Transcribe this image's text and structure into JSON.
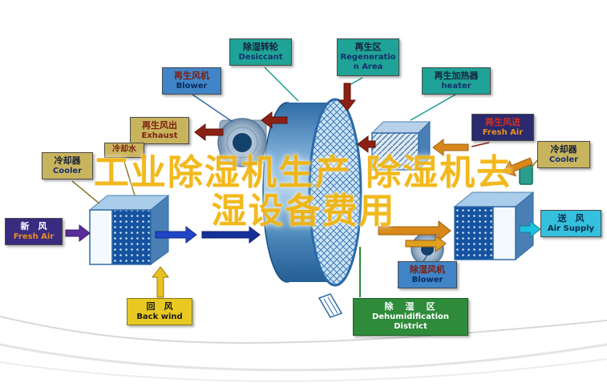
{
  "watermark": {
    "line1": "工业除湿机生产 除湿机去",
    "line2": "湿设备费用"
  },
  "labels": {
    "desiccant": {
      "zh": "除湿转轮",
      "en": "Desiccant"
    },
    "regen_area": {
      "zh": "再生区",
      "en": "Regeneration Area"
    },
    "regen_blower": {
      "zh": "再生风机",
      "en": "Blower"
    },
    "regen_heater": {
      "zh": "再生加热器",
      "en": "heater"
    },
    "exhaust": {
      "zh": "再生风出",
      "en": "Exhaust"
    },
    "regen_fresh_air": {
      "zh": "再生风进",
      "en": "Fresh Air"
    },
    "cooler_right": {
      "zh": "冷却器",
      "en": "Cooler"
    },
    "cooler_left": {
      "zh": "冷却器",
      "en": "Cooler"
    },
    "cooling_water": {
      "zh": "冷却水"
    },
    "fresh_air": {
      "zh": "新　风",
      "en": "Fresh Air"
    },
    "air_supply": {
      "zh": "送　风",
      "en": "Air Supply"
    },
    "back_wind": {
      "zh": "回　风",
      "en": "Back wind"
    },
    "dehumid_blower": {
      "zh": "除湿风机",
      "en": "Blower"
    },
    "dehumid_district": {
      "zh": "除　湿　区",
      "en_line1": "Dehumidification",
      "en_line2": "District"
    }
  },
  "components": {
    "rotor_wheel": "desiccant rotary wheel",
    "regen_blower_fan": "regeneration blower fan",
    "dehumid_blower_fan": "dehumidification blower fan",
    "regen_heater_unit": "regeneration heater box",
    "pre_cooling_unit": "inlet air handling unit",
    "post_cooling_unit": "supply air handling unit",
    "cooler_coil": "cooling coil"
  },
  "colors": {
    "watermark_gold": "#f2b613",
    "teal_label": "#1fa396",
    "tan_label": "#c9b45e",
    "blue_label": "#3f85c8",
    "yellow_label": "#e8c822",
    "green_label": "#2e8b3a",
    "navy_label": "#2a2a6e",
    "indigo_label": "#3a2a80",
    "cyan_label": "#35c0dd",
    "arrow_maroon": "#8b2015",
    "arrow_orange": "#d8881a",
    "arrow_blue": "#1f46c8",
    "arrow_purple": "#5a2d9a",
    "arrow_yellow": "#e8c020",
    "arrow_cyan": "#20c0e0"
  }
}
